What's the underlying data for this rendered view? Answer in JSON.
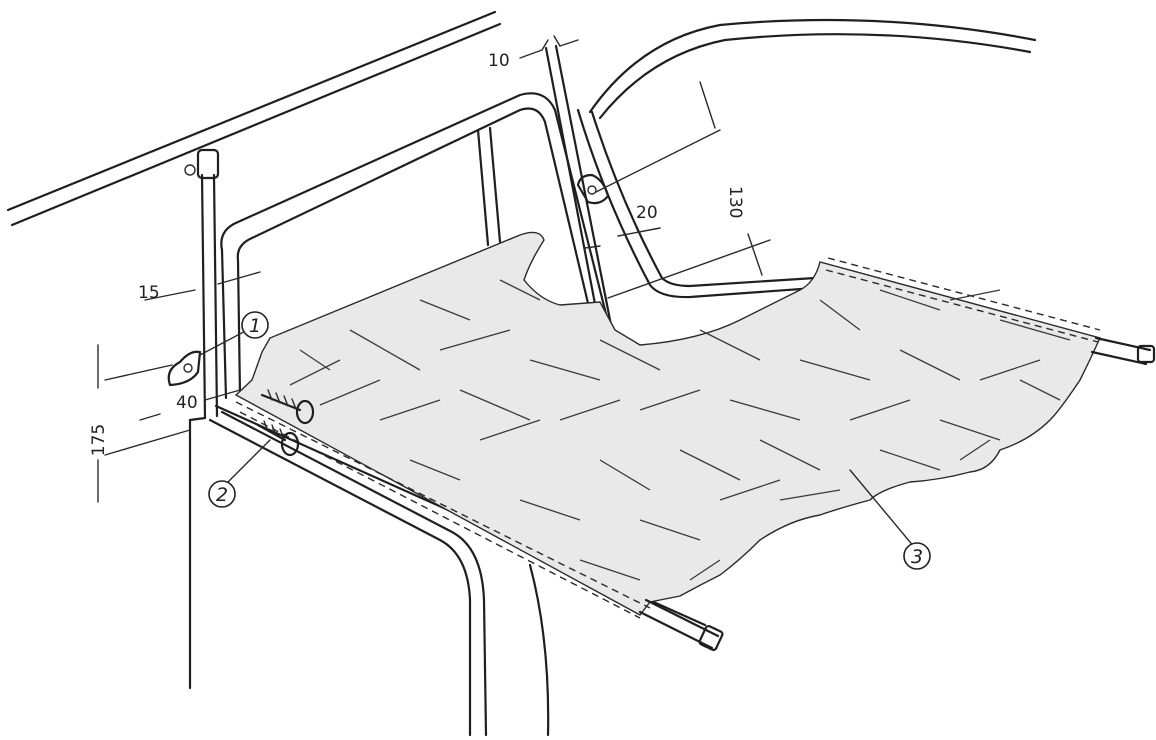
{
  "figure": {
    "dimensions": {
      "d10": "10",
      "d130": "130",
      "d20": "20",
      "d15": "15",
      "d40": "40",
      "d175": "175"
    },
    "callouts": {
      "c1": "1",
      "c2": "2",
      "c3": "3"
    },
    "colors": {
      "line": "#1f1f1f",
      "cover_fill": "#e9e9e9",
      "background": "#ffffff"
    }
  }
}
